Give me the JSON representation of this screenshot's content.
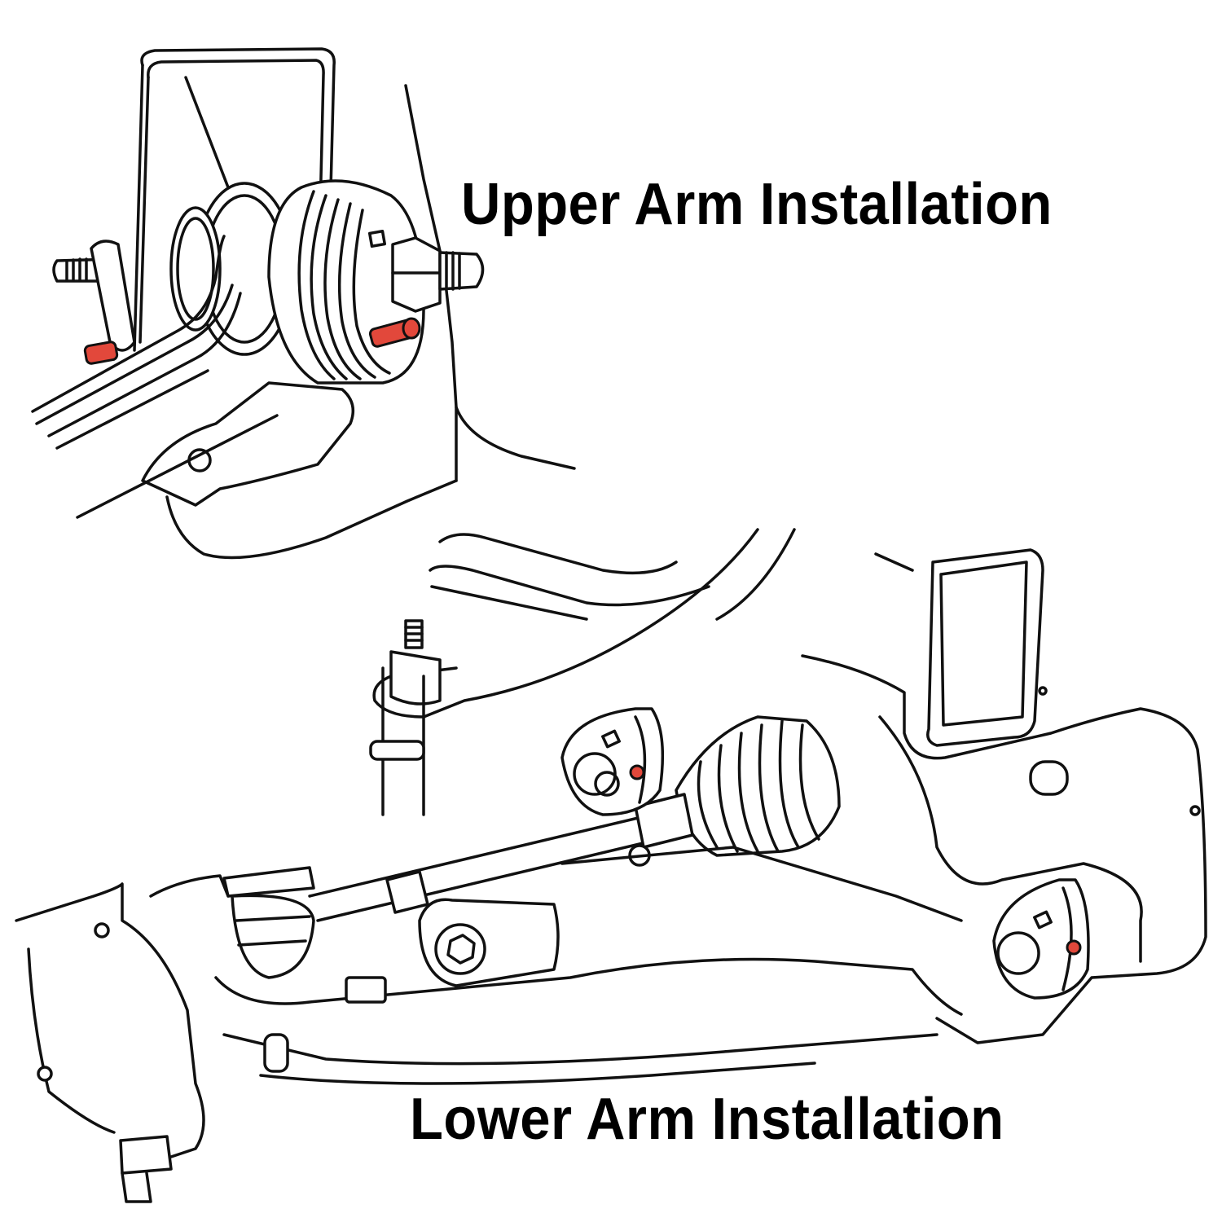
{
  "diagram": {
    "title_upper": "Upper Arm Installation",
    "title_lower": "Lower Arm Installation",
    "colors": {
      "background": "#ffffff",
      "line": "#111111",
      "highlight": "#e2483b"
    },
    "callouts": [
      {
        "name": "upper-arm-pin-left",
        "color": "#e2483b"
      },
      {
        "name": "upper-arm-pin-right",
        "color": "#e2483b"
      },
      {
        "name": "lower-arm-cam-bolt-front",
        "color": "#e2483b"
      },
      {
        "name": "lower-arm-cam-bolt-rear",
        "color": "#e2483b"
      }
    ]
  }
}
